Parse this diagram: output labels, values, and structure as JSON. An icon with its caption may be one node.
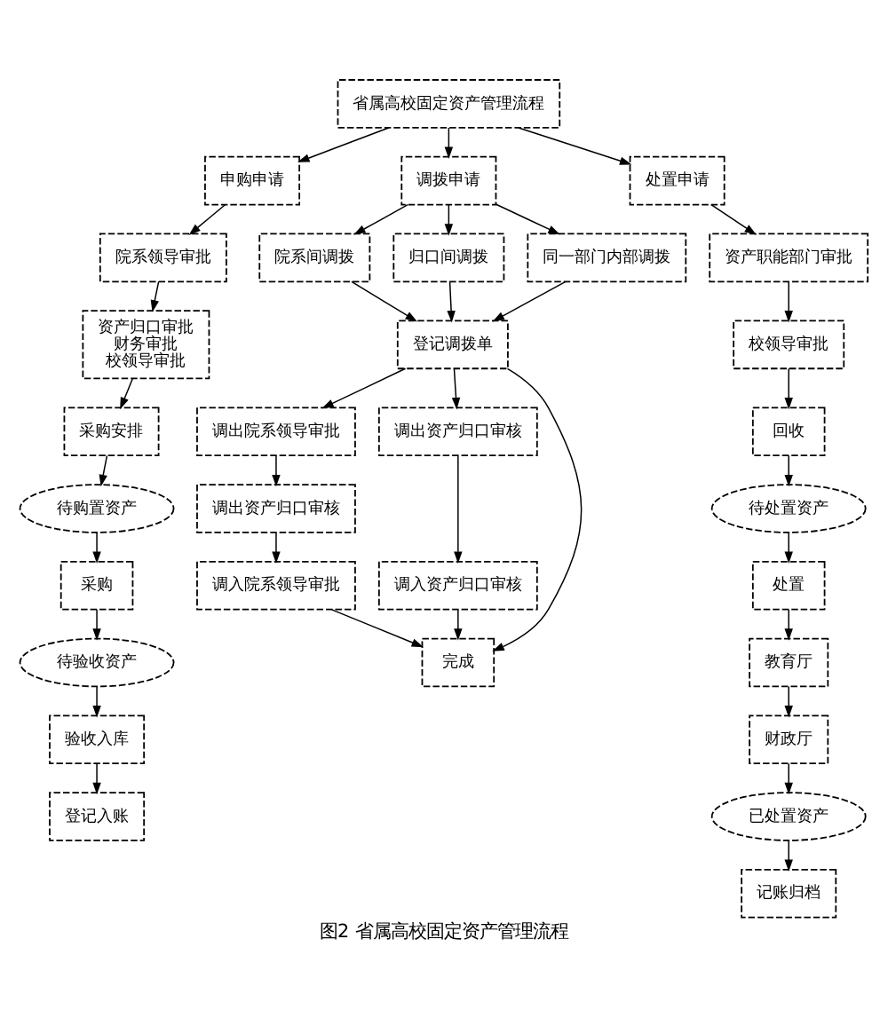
{
  "diagram": {
    "caption": "图2 省属高校固定资产管理流程",
    "nodes": [
      {
        "text": [
          "省属高校固定资产管理流程"
        ]
      },
      {
        "text": [
          "申购申请"
        ]
      },
      {
        "text": [
          "调拨申请"
        ]
      },
      {
        "text": [
          "处置申请"
        ]
      },
      {
        "text": [
          "院系领导审批"
        ]
      },
      {
        "text": [
          "院系间调拨"
        ]
      },
      {
        "text": [
          "归口间调拨"
        ]
      },
      {
        "text": [
          "同一部门内部调拨"
        ]
      },
      {
        "text": [
          "资产职能部门审批"
        ]
      },
      {
        "text": [
          "资产归口审批",
          "财务审批",
          "校领导审批"
        ]
      },
      {
        "text": [
          "登记调拨单"
        ]
      },
      {
        "text": [
          "校领导审批"
        ]
      },
      {
        "text": [
          "采购安排"
        ]
      },
      {
        "text": [
          "调出院系领导审批"
        ]
      },
      {
        "text": [
          "调出资产归口审核"
        ]
      },
      {
        "text": [
          "回收"
        ]
      },
      {
        "text": [
          "待购置资产"
        ]
      },
      {
        "text": [
          "调出资产归口审核"
        ]
      },
      {
        "text": [
          "调入资产归口审核"
        ]
      },
      {
        "text": [
          "待处置资产"
        ]
      },
      {
        "text": [
          "采购"
        ]
      },
      {
        "text": [
          "处置"
        ]
      },
      {
        "text": [
          "待验收资产"
        ]
      },
      {
        "text": [
          "调入院系领导审批"
        ]
      },
      {
        "text": [
          "教育厅"
        ]
      },
      {
        "text": [
          "验收入库"
        ]
      },
      {
        "text": [
          "财政厅"
        ]
      },
      {
        "text": [
          "已处置资产"
        ]
      },
      {
        "text": [
          "登记入账"
        ]
      },
      {
        "text": [
          "完成"
        ]
      },
      {
        "text": [
          "记账归档"
        ]
      }
    ],
    "edges": [
      {
        "from": 0,
        "to": 1,
        "arrow": "to"
      },
      {
        "from": 0,
        "to": 2,
        "arrow": "to"
      },
      {
        "from": 0,
        "to": 3,
        "arrow": "to"
      },
      {
        "from": 1,
        "to": 4,
        "arrow": "to"
      },
      {
        "from": 4,
        "to": 9,
        "arrow": "to"
      },
      {
        "from": 9,
        "to": 12,
        "arrow": "to"
      },
      {
        "from": 12,
        "to": 16,
        "arrow": "to"
      },
      {
        "from": 16,
        "to": 20,
        "arrow": "to"
      },
      {
        "from": 20,
        "to": 22,
        "arrow": "to"
      },
      {
        "from": 22,
        "to": 25,
        "arrow": "to"
      },
      {
        "from": 25,
        "to": 28,
        "arrow": "to"
      },
      {
        "from": 2,
        "to": 5,
        "arrow": "to"
      },
      {
        "from": 2,
        "to": 6,
        "arrow": "to"
      },
      {
        "from": 2,
        "to": 7,
        "arrow": "to"
      },
      {
        "from": 5,
        "to": 10,
        "arrow": "to"
      },
      {
        "from": 6,
        "to": 10,
        "arrow": "to"
      },
      {
        "from": 7,
        "to": 10,
        "arrow": "to"
      },
      {
        "from": 10,
        "to": 13,
        "arrow": "to"
      },
      {
        "from": 10,
        "to": 14,
        "arrow": "to"
      },
      {
        "from": 10,
        "to": 29,
        "arrow": "to"
      },
      {
        "from": 13,
        "to": 17,
        "arrow": "to"
      },
      {
        "from": 17,
        "to": 23,
        "arrow": "to"
      },
      {
        "from": 23,
        "to": 29,
        "arrow": "to"
      },
      {
        "from": 14,
        "to": 18,
        "arrow": "to"
      },
      {
        "from": 18,
        "to": 29,
        "arrow": "to"
      },
      {
        "from": 3,
        "to": 8,
        "arrow": "to"
      },
      {
        "from": 8,
        "to": 11,
        "arrow": "to"
      },
      {
        "from": 11,
        "to": 15,
        "arrow": "to"
      },
      {
        "from": 15,
        "to": 19,
        "arrow": "to"
      },
      {
        "from": 19,
        "to": 21,
        "arrow": "to"
      },
      {
        "from": 21,
        "to": 24,
        "arrow": "to"
      },
      {
        "from": 24,
        "to": 26,
        "arrow": "to"
      },
      {
        "from": 26,
        "to": 27,
        "arrow": "to"
      },
      {
        "from": 27,
        "to": 30,
        "arrow": "to"
      }
    ]
  }
}
